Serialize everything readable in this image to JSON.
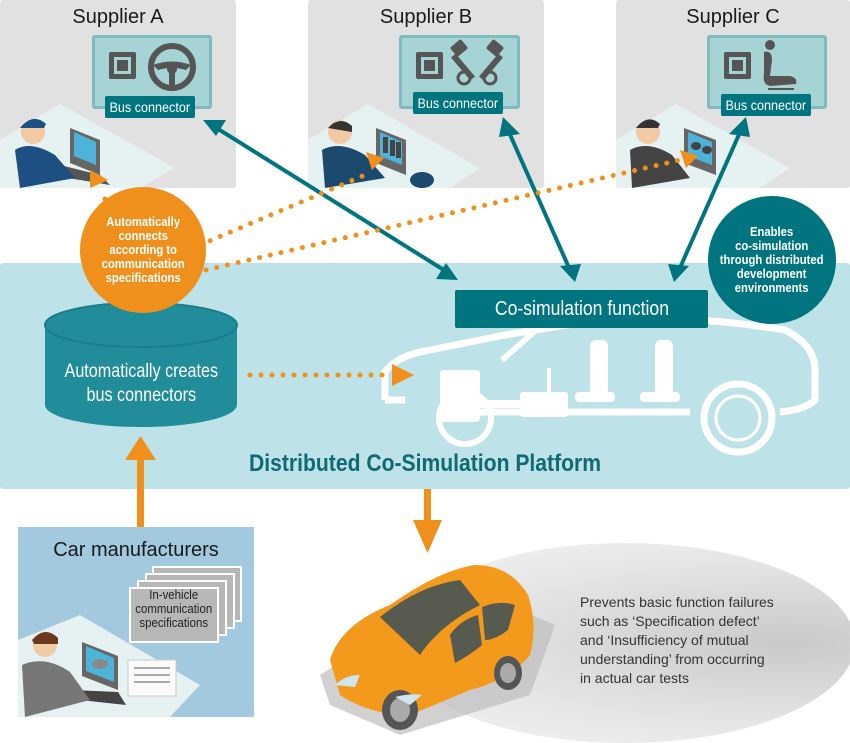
{
  "diagram": {
    "title": "Distributed Co-Simulation Platform",
    "colors": {
      "teal": "#00747f",
      "orange": "#f0901c",
      "platform_bg": "#bde2e8",
      "supplier_bg": "#e1e1e1",
      "manufacturer_bg": "#a3c9df"
    },
    "suppliers": [
      {
        "name": "Supplier A",
        "connector_label": "Bus connector",
        "icons": [
          "chip-icon",
          "steering-wheel-icon"
        ]
      },
      {
        "name": "Supplier B",
        "connector_label": "Bus connector",
        "icons": [
          "chip-icon",
          "engine-pistons-icon"
        ]
      },
      {
        "name": "Supplier C",
        "connector_label": "Bus connector",
        "icons": [
          "chip-icon",
          "car-seat-icon"
        ]
      }
    ],
    "auto_connect_bubble": "Automatically\nconnects\naccording to\ncommunication\nspecifications",
    "distributed_bubble": "Enables\nco-simulation\nthrough distributed\ndevelopment\nenvironments",
    "cosim_function": "Co-simulation function",
    "database_label": "Automatically creates\nbus connectors",
    "manufacturer": {
      "title": "Car manufacturers",
      "spec_label": "In-vehicle\ncommunication\nspecifications"
    },
    "outcome_text": "Prevents basic function failures\nsuch as ‘Specification defect’\nand ‘Insufficiency of mutual\nunderstanding’ from occurring\nin actual car tests"
  }
}
